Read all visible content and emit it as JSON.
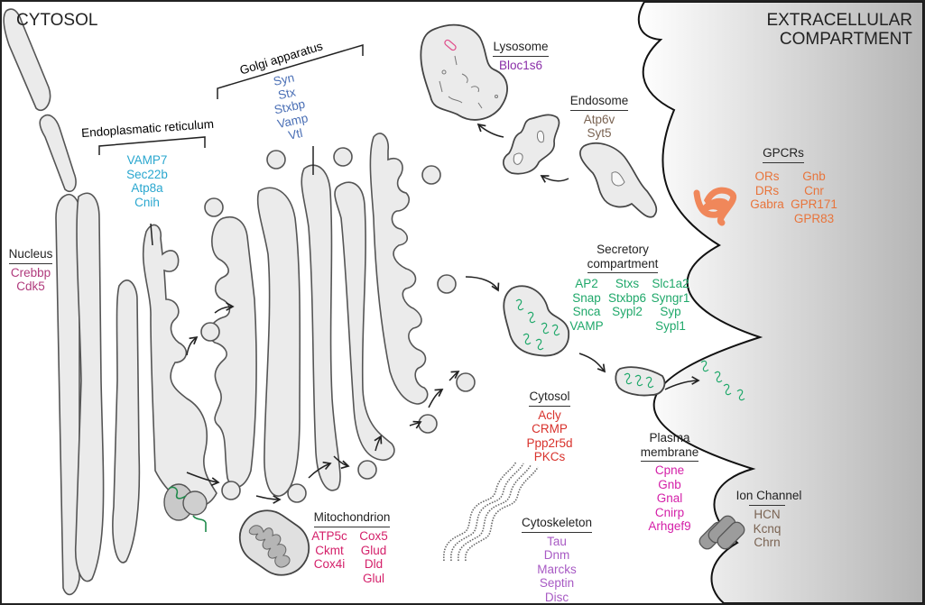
{
  "regions": {
    "cytosol": "CYTOSOL",
    "extracellular_line1": "EXTRACELLULAR",
    "extracellular_line2": "COMPARTMENT"
  },
  "colors": {
    "organelle_fill": "#ebebeb",
    "organelle_stroke": "#555555",
    "extracellular_gradient_start": "#ffffff",
    "extracellular_gradient_end": "#b5b5b5",
    "er": "#2aa7cf",
    "golgi": "#4a6fb5",
    "lysosome": "#8a2ea8",
    "endosome": "#7a6352",
    "gpcr": "#e8743b",
    "secretory": "#1fa86a",
    "nucleus": "#b03a7c",
    "cytosol": "#d8322c",
    "plasma_membrane": "#d41fa8",
    "ion_channel": "#7a6352",
    "mitochondrion": "#d4206a",
    "cytoskeleton": "#a85ac4"
  },
  "compartments": {
    "er": {
      "title": "Endoplasmatic reticulum",
      "genes": [
        "VAMP7",
        "Sec22b",
        "Atp8a",
        "Cnih"
      ]
    },
    "golgi": {
      "title": "Golgi apparatus",
      "genes": [
        "Syn",
        "Stx",
        "Stxbp",
        "Vamp",
        "Vtl"
      ]
    },
    "lysosome": {
      "title": "Lysosome",
      "genes": [
        "Bloc1s6"
      ]
    },
    "endosome": {
      "title": "Endosome",
      "genes": [
        "Atp6v",
        "Syt5"
      ]
    },
    "gpcrs": {
      "title": "GPCRs",
      "genes_col1": [
        "ORs",
        "DRs",
        "Gabra"
      ],
      "genes_col2": [
        "Gnb",
        "Cnr",
        "GPR171",
        "GPR83"
      ]
    },
    "secretory": {
      "title_line1": "Secretory",
      "title_line2": "compartment",
      "genes_col1": [
        "AP2",
        "Snap",
        "Snca",
        "VAMP"
      ],
      "genes_col2": [
        "Stxs",
        "Stxbp6",
        "Sypl2"
      ],
      "genes_col3": [
        "Slc1a2",
        "Syngr1",
        "Syp",
        "Sypl1"
      ]
    },
    "nucleus": {
      "title": "Nucleus",
      "genes": [
        "Crebbp",
        "Cdk5"
      ]
    },
    "cytosol": {
      "title": "Cytosol",
      "genes": [
        "Acly",
        "CRMP",
        "Ppp2r5d",
        "PKCs"
      ]
    },
    "plasma_membrane": {
      "title_line1": "Plasma",
      "title_line2": "membrane",
      "genes": [
        "Cpne",
        "Gnb",
        "Gnal",
        "Cnirp",
        "Arhgef9"
      ]
    },
    "ion_channel": {
      "title": "Ion Channel",
      "genes": [
        "HCN",
        "Kcnq",
        "Chrn"
      ]
    },
    "mitochondrion": {
      "title": "Mitochondrion",
      "genes_col1": [
        "ATP5c",
        "Ckmt",
        "Cox4i"
      ],
      "genes_col2": [
        "Cox5",
        "Glud",
        "Dld",
        "Glul"
      ]
    },
    "cytoskeleton": {
      "title": "Cytoskeleton",
      "genes": [
        "Tau",
        "Dnm",
        "Marcks",
        "Septin",
        "Disc"
      ]
    }
  }
}
